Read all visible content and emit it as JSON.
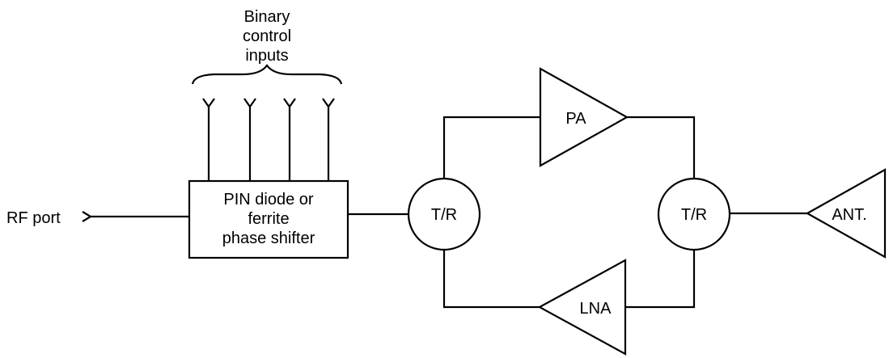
{
  "diagram": {
    "control_label": [
      "Binary",
      "control",
      "inputs"
    ],
    "rf_port": "RF port",
    "phase_shifter": [
      "PIN diode or",
      "ferrite",
      "phase shifter"
    ],
    "tr_left": "T/R",
    "tr_right": "T/R",
    "pa": "PA",
    "lna": "LNA",
    "antenna": "ANT."
  }
}
